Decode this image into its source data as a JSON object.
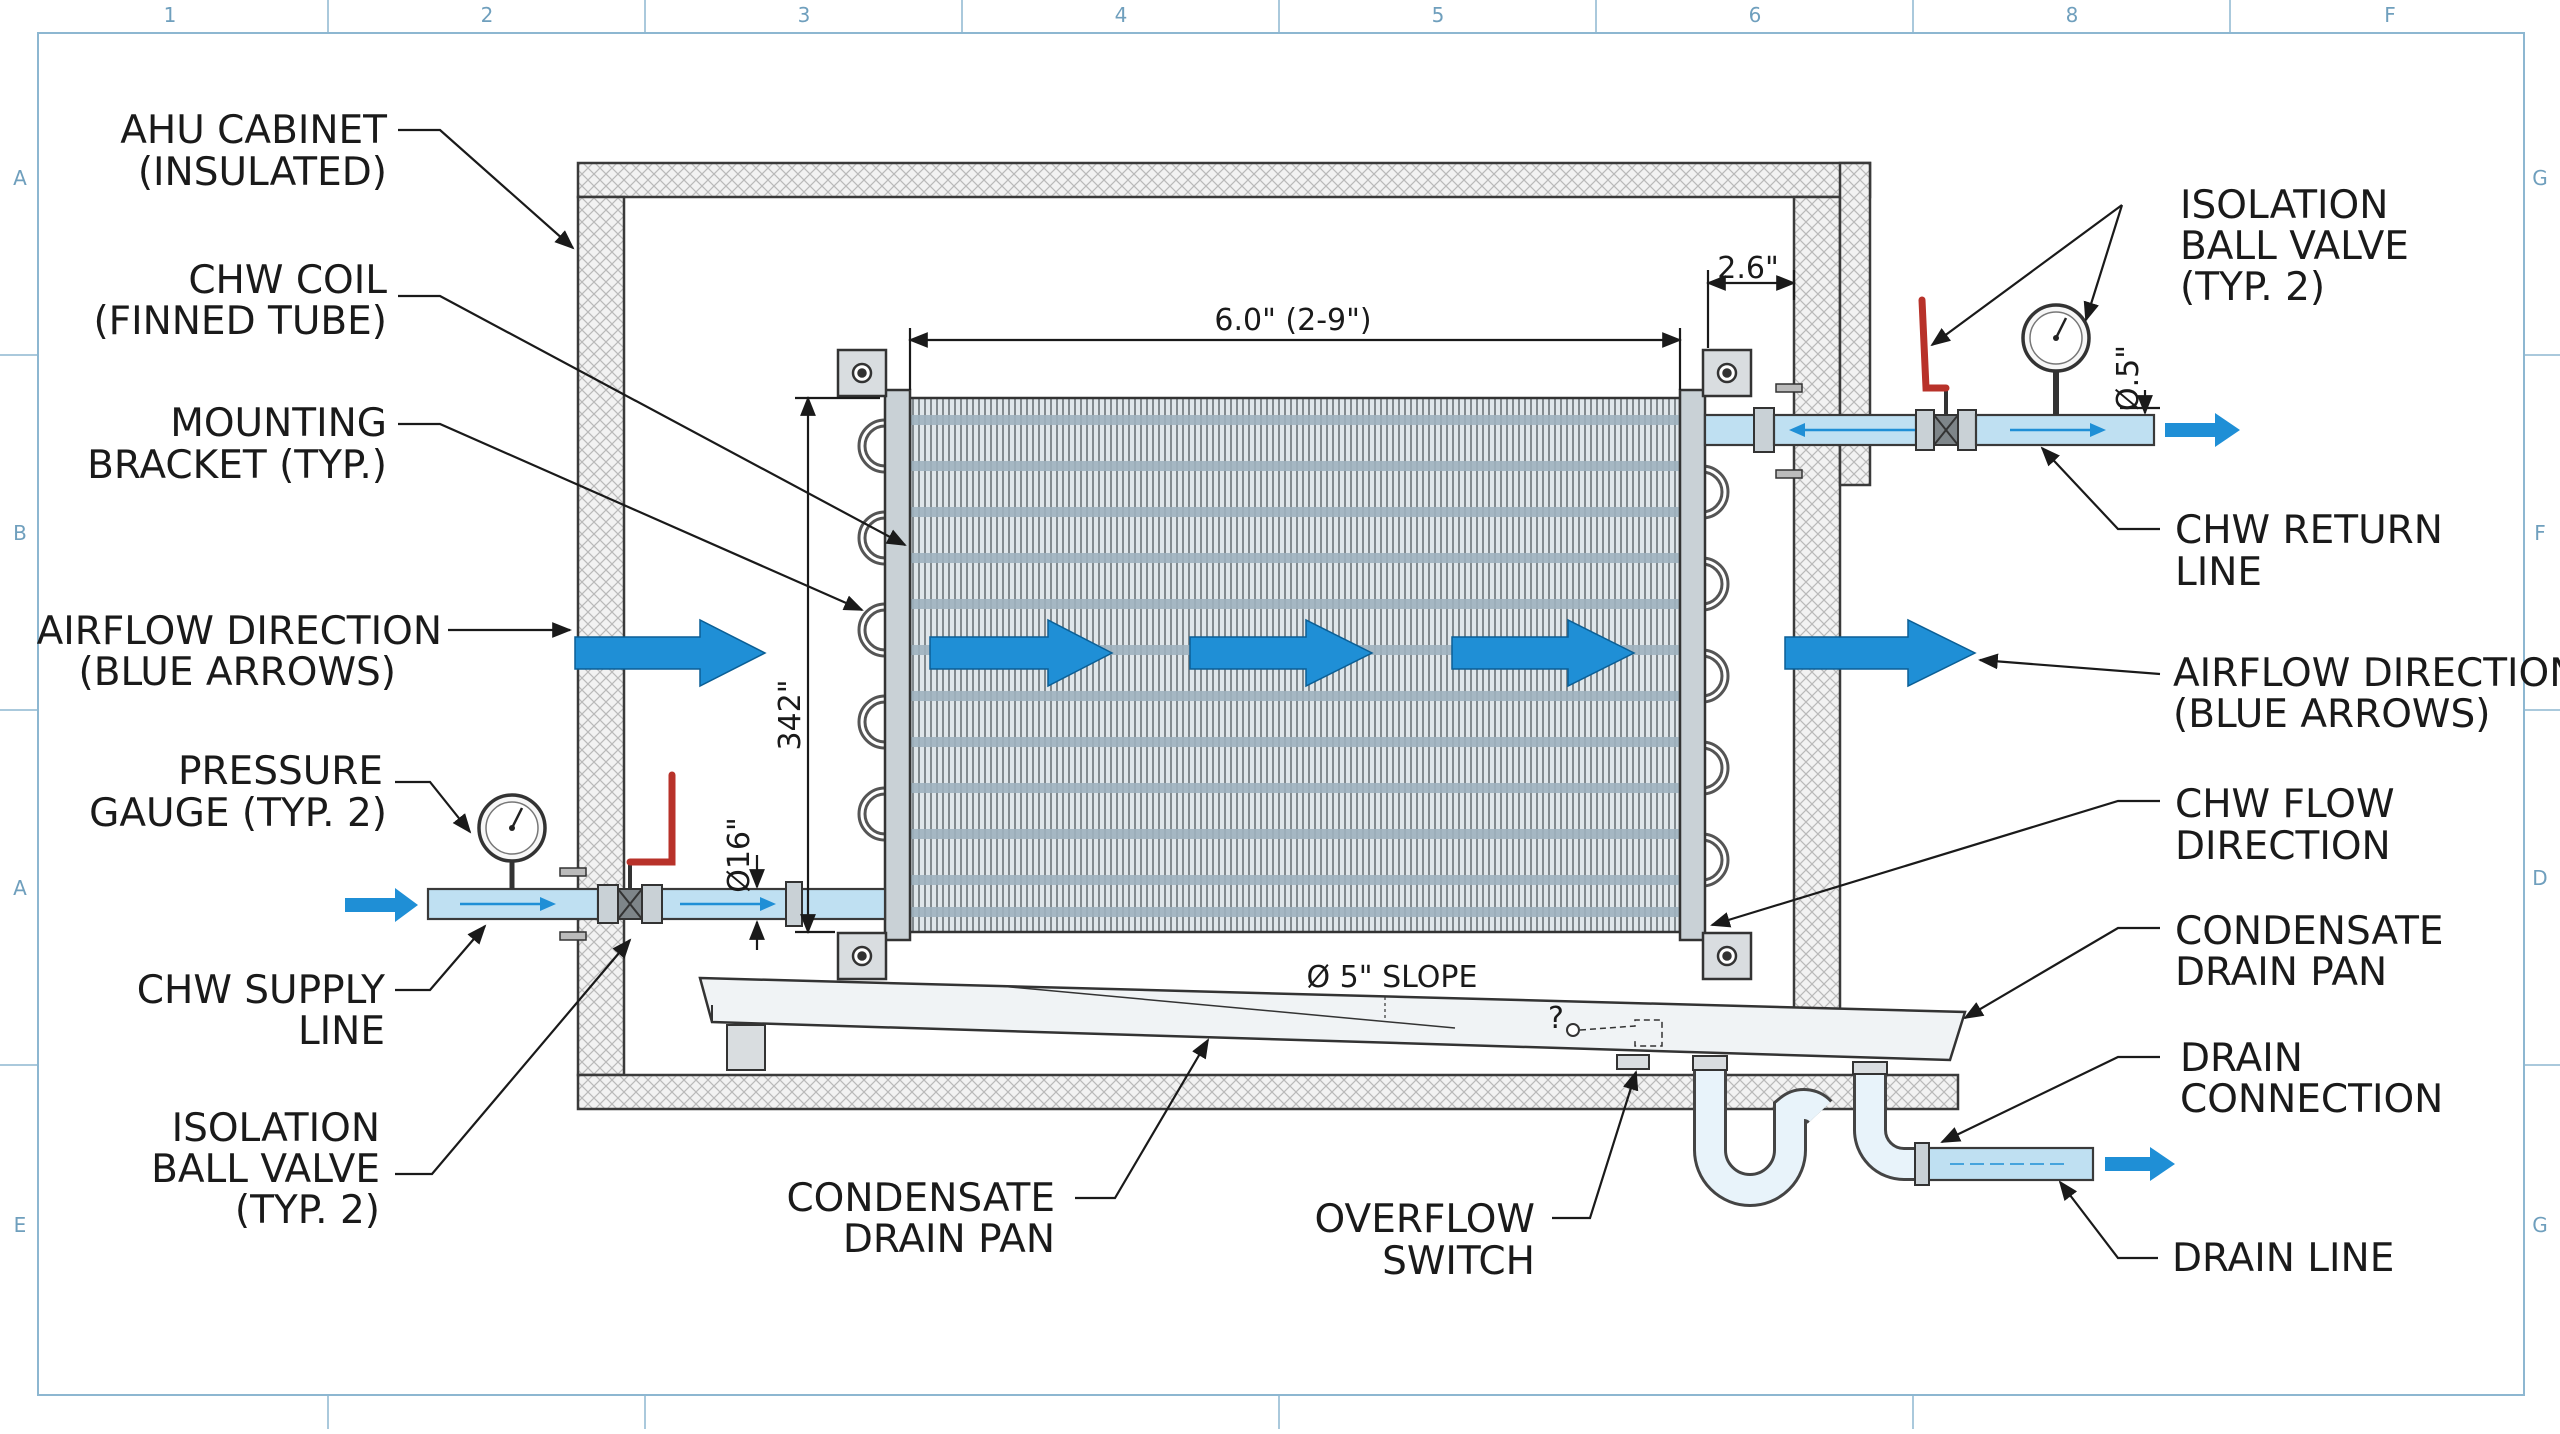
{
  "frame": {
    "columns": [
      "1",
      "2",
      "3",
      "4",
      "5",
      "6",
      "8",
      "F"
    ],
    "rows_left": [
      "A",
      "B",
      "A",
      "E"
    ],
    "rows_right": [
      "G",
      "F",
      "D",
      "G"
    ]
  },
  "labels": {
    "ahu_cabinet": [
      "AHU CABINET",
      "(INSULATED)"
    ],
    "chw_coil": [
      "CHW COIL",
      "(FINNED TUBE)"
    ],
    "mounting_bracket": [
      "MOUNTING",
      "BRACKET (TYP.)"
    ],
    "airflow_left": [
      "AIRFLOW DIRECTION",
      "(BLUE ARROWS)"
    ],
    "pressure_gauge": [
      "PRESSURE",
      "GAUGE (TYP. 2)"
    ],
    "chw_supply": [
      "CHW SUPPLY",
      "LINE"
    ],
    "isolation_valve_left": [
      "ISOLATION",
      "BALL VALVE",
      "(TYP. 2)"
    ],
    "condensate_pan_bottom": [
      "CONDENSATE",
      "DRAIN PAN"
    ],
    "overflow_switch": [
      "OVERFLOW",
      "SWITCH"
    ],
    "isolation_valve_right": [
      "ISOLATION",
      "BALL VALVE",
      "(TYP. 2)"
    ],
    "chw_return": [
      "CHW RETURN",
      "LINE"
    ],
    "airflow_right": [
      "AIRFLOW DIRECTION",
      "(BLUE ARROWS)"
    ],
    "chw_flow": [
      "CHW FLOW",
      "DIRECTION"
    ],
    "condensate_pan_right": [
      "CONDENSATE",
      "DRAIN PAN"
    ],
    "drain_connection": [
      "DRAIN",
      "CONNECTION"
    ],
    "drain_line": [
      "DRAIN LINE"
    ]
  },
  "dimensions": {
    "coil_width": "6.0\" (2-9\")",
    "coil_height": "342\"",
    "bracket_gap": "2.6\"",
    "return_dia": "Ø.5\"",
    "supply_dia": "Ø16\"",
    "pan_slope": "Ø 5\" SLOPE",
    "switch_mark": "?"
  },
  "colors": {
    "airflow_arrow": "#1f8fd6",
    "pipe_fill": "#bfe0f2",
    "valve_handle": "#c0392b",
    "frame_line": "#8db7d1"
  }
}
